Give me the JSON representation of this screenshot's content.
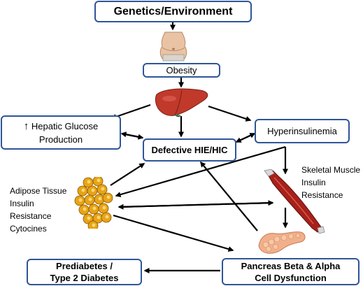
{
  "nodes": {
    "genetics": "Genetics/Environment",
    "obesity": "Obesity",
    "hepatic_arrow": "↑",
    "hepatic_line1": "Hepatic Glucose",
    "hepatic_line2": "Production",
    "defective": "Defective HIE/HIC",
    "hyperinsulinemia": "Hyperinsulinemia",
    "prediabetes_line1": "Prediabetes /",
    "prediabetes_line2": "Type 2 Diabetes",
    "pancreas_line1": "Pancreas Beta & Alpha",
    "pancreas_line2": "Cell Dysfunction"
  },
  "labels": {
    "adipose": [
      "Adipose Tissue",
      "Insulin",
      "Resistance",
      "Cytocines"
    ],
    "skeletal": [
      "Skeletal Muscle",
      "Insulin",
      "Resistance"
    ]
  },
  "pictures": {
    "body": "obese-torso-photo",
    "liver": "liver-illustration",
    "adipose": "adipocyte-cluster-illustration",
    "muscle": "muscle-fiber-illustration",
    "pancreas": "pancreas-illustration"
  },
  "colors": {
    "box_border": "#2f5597",
    "liver": "#c0392b",
    "fat_cells": "#e8a317",
    "muscle": "#a8201a",
    "pancreas": "#f2b08a"
  }
}
